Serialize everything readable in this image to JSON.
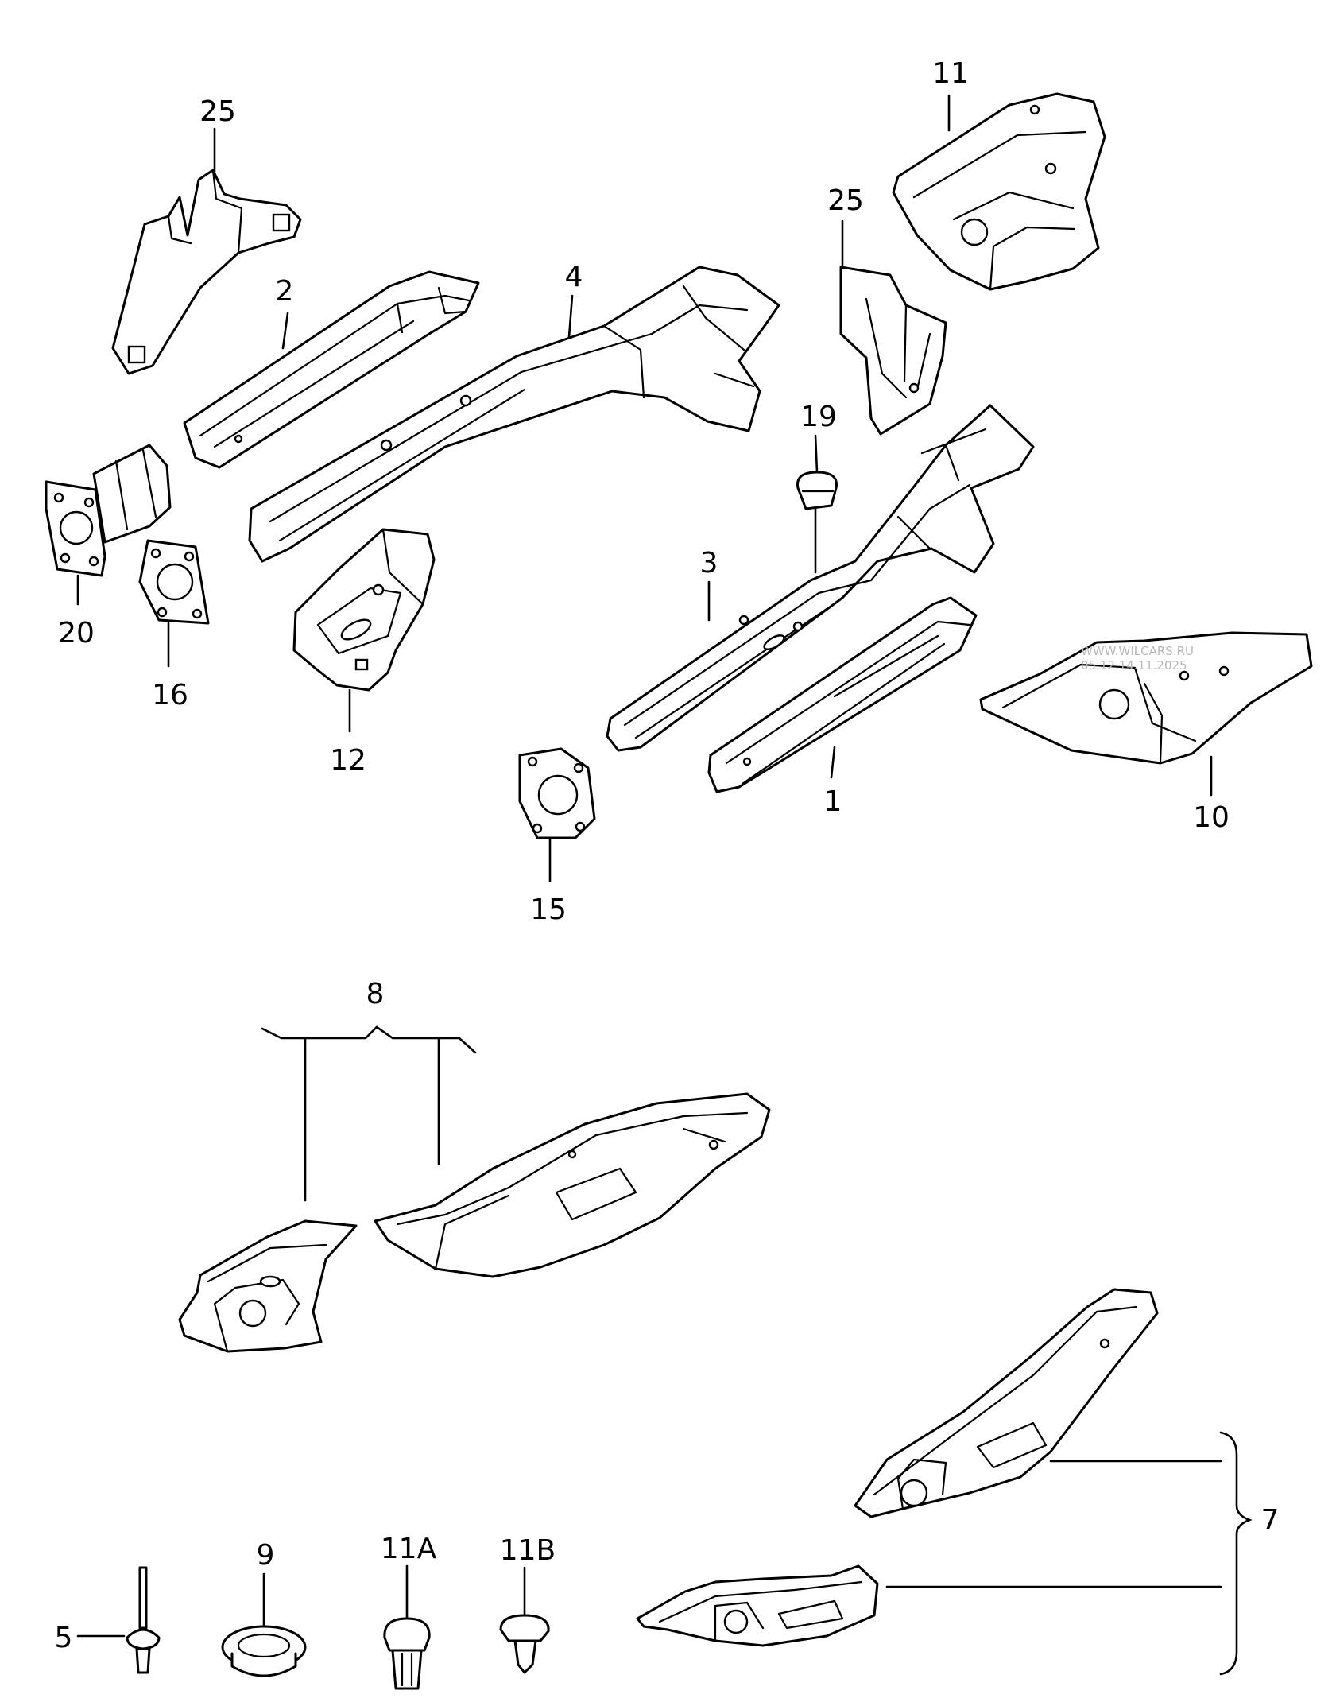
{
  "callouts": {
    "c1": "1",
    "c2": "2",
    "c3": "3",
    "c4": "4",
    "c5": "5",
    "c7": "7",
    "c8": "8",
    "c9": "9",
    "c10": "10",
    "c11": "11",
    "c11a": "11A",
    "c11b": "11B",
    "c12": "12",
    "c15": "15",
    "c16": "16",
    "c19": "19",
    "c20": "20",
    "c25_left": "25",
    "c25_right": "25"
  },
  "watermark": {
    "line1": "WWW.WILCARS.RU",
    "line2": "05.12.14.11.2025"
  },
  "colors": {
    "ink": "#000000",
    "paper": "#ffffff",
    "watermark": "#b8b8b8"
  }
}
